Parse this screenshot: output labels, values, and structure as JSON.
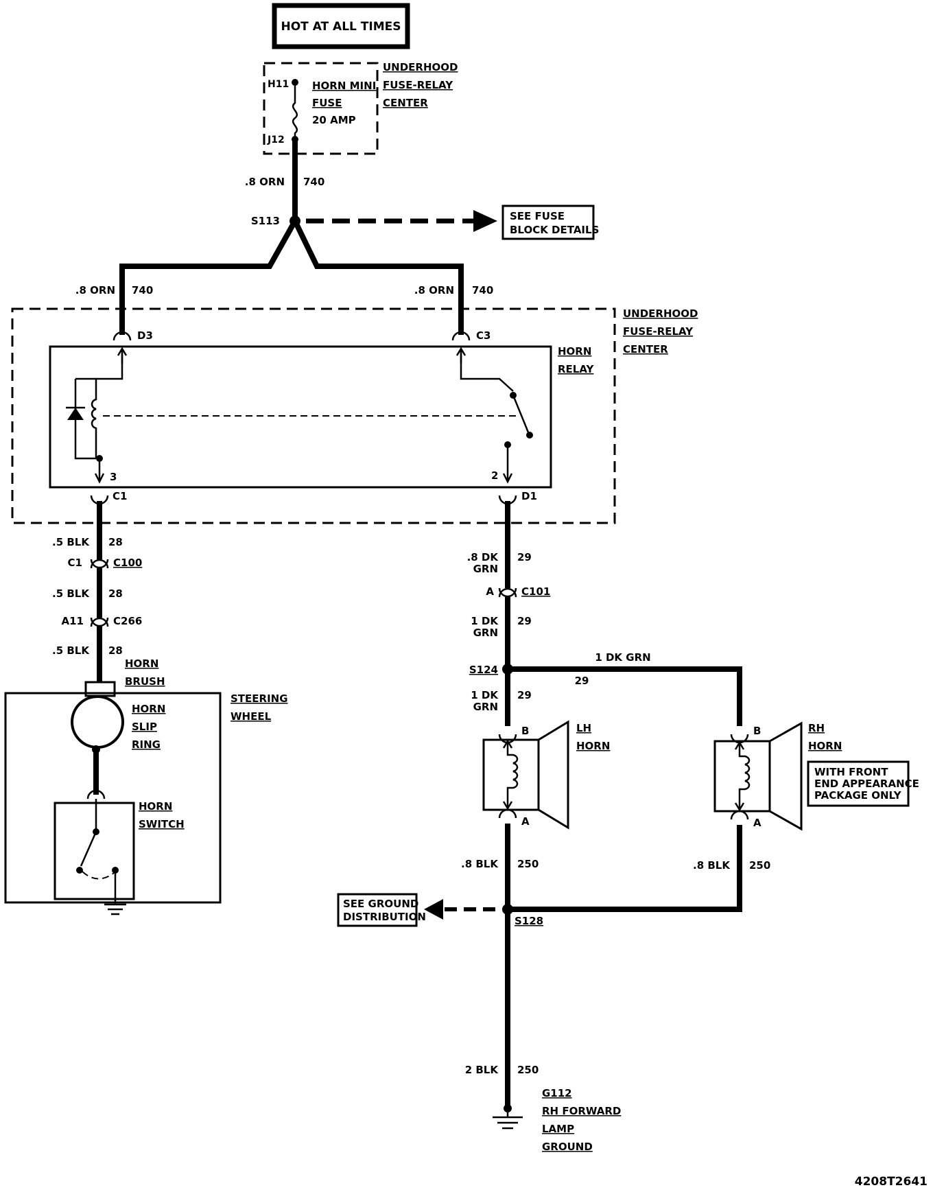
{
  "power_source": "HOT AT ALL TIMES",
  "fuse_block": {
    "title": [
      "UNDERHOOD",
      "FUSE-RELAY",
      "CENTER"
    ],
    "terminal_in": "H11",
    "terminal_out": "J12",
    "fuse_label": [
      "HORN MINI",
      "FUSE",
      "20 AMP"
    ]
  },
  "feed_wire": {
    "gauge": ".8 ORN",
    "circuit": "740"
  },
  "splice_s113": {
    "id": "S113",
    "note": [
      "SEE FUSE",
      "BLOCK DETAILS"
    ]
  },
  "relay_feed_left": {
    "gauge": ".8 ORN",
    "circuit": "740"
  },
  "relay_feed_right": {
    "gauge": ".8 ORN",
    "circuit": "740"
  },
  "relay_center": {
    "title": [
      "UNDERHOOD",
      "FUSE-RELAY",
      "CENTER"
    ],
    "relay_name": [
      "HORN",
      "RELAY"
    ],
    "conn_d3": "D3",
    "conn_c3": "C3",
    "conn_c1": "C1",
    "conn_d1": "D1",
    "pin_3": "3",
    "pin_2": "2"
  },
  "left_branch": {
    "wire1": {
      "gauge": ".5 BLK",
      "circuit": "28"
    },
    "c100": {
      "pin": "C1",
      "id": "C100"
    },
    "wire2": {
      "gauge": ".5 BLK",
      "circuit": "28"
    },
    "c266": {
      "pin": "A11",
      "id": "C266"
    },
    "wire3": {
      "gauge": ".5 BLK",
      "circuit": "28"
    },
    "horn_brush": [
      "HORN",
      "BRUSH"
    ],
    "steering_wheel": [
      "STEERING",
      "WHEEL"
    ],
    "slip_ring": [
      "HORN",
      "SLIP",
      "RING"
    ],
    "horn_switch": [
      "HORN",
      "SWITCH"
    ]
  },
  "right_branch": {
    "wire1": {
      "gauge": [
        ".8 DK",
        "GRN"
      ],
      "circuit": "29"
    },
    "c101": {
      "pin": "A",
      "id": "C101"
    },
    "wire2": {
      "gauge": [
        "1 DK",
        "GRN"
      ],
      "circuit": "29"
    },
    "s124": "S124",
    "wire_to_rh": {
      "gauge": "1 DK GRN",
      "circuit": "29"
    },
    "wire3": {
      "gauge": [
        "1 DK",
        "GRN"
      ],
      "circuit": "29"
    },
    "lh_horn": {
      "label": [
        "LH",
        "HORN"
      ],
      "pin_b": "B",
      "pin_a": "A"
    },
    "rh_horn": {
      "label": [
        "RH",
        "HORN"
      ],
      "pin_b": "B",
      "pin_a": "A",
      "note": [
        "WITH FRONT",
        "END APPEARANCE",
        "PACKAGE ONLY"
      ]
    },
    "lh_ground_wire": {
      "gauge": ".8 BLK",
      "circuit": "250"
    },
    "rh_ground_wire": {
      "gauge": ".8 BLK",
      "circuit": "250"
    },
    "ground_note": [
      "SEE GROUND",
      "DISTRIBUTION"
    ],
    "s128": "S128",
    "final_wire": {
      "gauge": "2 BLK",
      "circuit": "250"
    },
    "ground": [
      "G112",
      "RH FORWARD",
      "LAMP",
      "GROUND"
    ]
  },
  "figure_id": "4208T2641"
}
